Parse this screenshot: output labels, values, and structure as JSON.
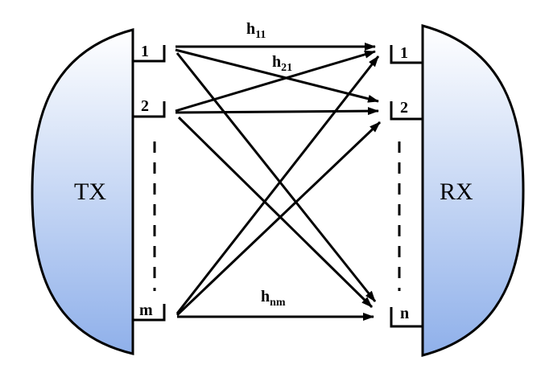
{
  "tx": {
    "label": "TX"
  },
  "rx": {
    "label": "RX"
  },
  "tx_antennas": [
    "1",
    "2",
    "m"
  ],
  "rx_antennas": [
    "1",
    "2",
    "n"
  ],
  "channels": {
    "h11": {
      "base": "h",
      "sub": "11"
    },
    "h21": {
      "base": "h",
      "sub": "21"
    },
    "hnm": {
      "base": "h",
      "sub": "nm"
    }
  },
  "colors": {
    "shape_top": "#ffffff",
    "shape_bottom": "#8fb0ea",
    "stroke": "#000000"
  }
}
